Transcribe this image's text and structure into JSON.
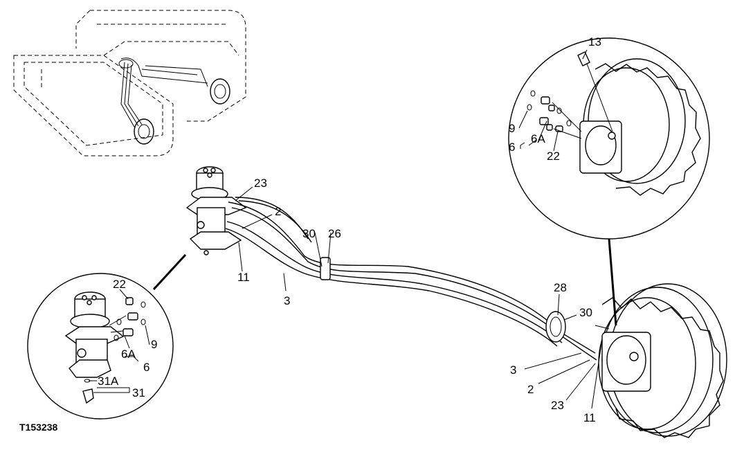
{
  "figure_id": "T153238",
  "callouts": {
    "c13": "13",
    "c9_top": "9",
    "c6_top": "6",
    "c6A_top": "6A",
    "c22_top": "22",
    "c23_swivel": "23",
    "c2_swivel": "2",
    "c30_left": "30",
    "c26": "26",
    "c11_swivel": "11",
    "c3_swivel": "3",
    "c28": "28",
    "c30_right": "30",
    "c3_motor": "3",
    "c2_motor": "2",
    "c23_motor": "23",
    "c11_motor": "11",
    "c22_bottom": "22",
    "c9_bottom": "9",
    "c6A_bottom": "6A",
    "c6_bottom": "6",
    "c31A": "31A",
    "c31": "31"
  }
}
